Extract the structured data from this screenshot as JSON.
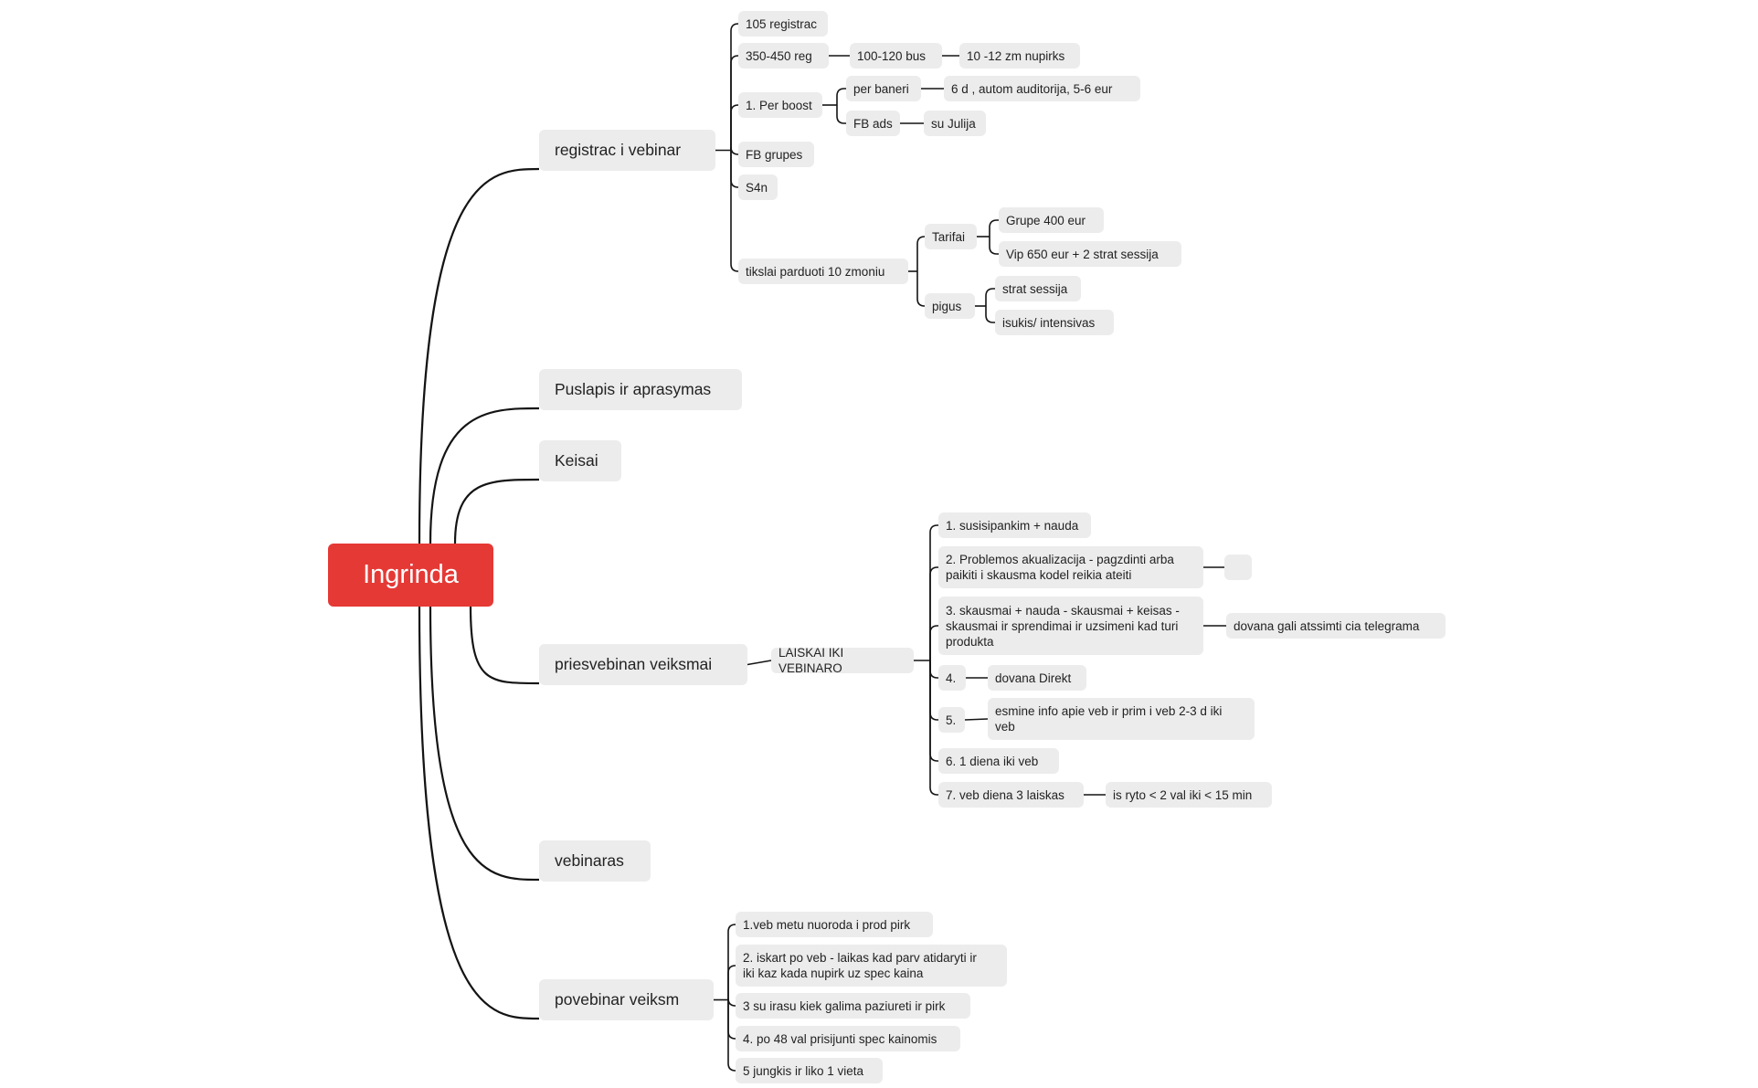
{
  "mindmap": {
    "root": "Ingrinda",
    "colors": {
      "root_fill": "#e53935",
      "node_fill": "#ececec",
      "line": "#141414"
    },
    "nodes": {
      "registrac_i_vebinar": "registrac i vebinar",
      "r_105": "105 registrac",
      "r_350": "350-450 reg",
      "r_100_120": "100-120 bus",
      "r_10_12": "10 -12 zm nupirks",
      "r_boost": "1. Per boost",
      "r_baneri": "per baneri",
      "r_6d": "6 d  , autom auditorija, 5-6 eur",
      "r_fbads": "FB ads",
      "r_julija": "su Julija",
      "r_fbgrupes": "FB grupes",
      "r_s4n": "S4n",
      "r_tikslai": "tikslai parduoti 10 zmoniu",
      "r_tarifai": "Tarifai",
      "r_grupe": "Grupe 400 eur",
      "r_vip": "Vip 650 eur + 2 strat sessija",
      "r_pigus": "pigus",
      "r_strat": "strat sessija",
      "r_isukis": "isukis/ intensivas",
      "puslapis": "Puslapis ir aprasymas",
      "keisai": "Keisai",
      "priesvebinan": "priesvebinan veiksmai",
      "p_laiskai": "LAISKAI IKI VEBINARO",
      "p_1": "1. susisipankim + nauda",
      "p_2": "2. Problemos akualizacija - pagzdinti arba\npaikiti i skausma kodel reikia ateiti",
      "p_2_empty": "",
      "p_3": "3. skausmai + nauda - skausmai + keisas -\nskausmai ir sprendimai ir uzsimeni kad turi\nprodukta",
      "p_3_dovana": "dovana gali atssimti cia telegrama",
      "p_4": "4.",
      "p_4_dovana": "dovana Direkt",
      "p_5": "5.",
      "p_5_info": "esmine info apie veb ir prim i veb 2-3 d iki\nveb",
      "p_6": "6. 1 diena iki veb",
      "p_7": "7. veb diena 3 laiskas",
      "p_7_ryto": "is ryto < 2 val iki < 15 min",
      "vebinaras": "vebinaras",
      "povebinar": "povebinar veiksm",
      "v_1": "1.veb metu nuoroda i prod pirk",
      "v_2": "2. iskart po veb - laikas kad parv atidaryti ir\niki kaz kada nupirk uz spec kaina",
      "v_3": "3 su irasu kiek galima paziureti ir pirk",
      "v_4": "4. po 48 val prisijunti spec kainomis",
      "v_5": " 5 jungkis ir liko 1 vieta"
    }
  }
}
